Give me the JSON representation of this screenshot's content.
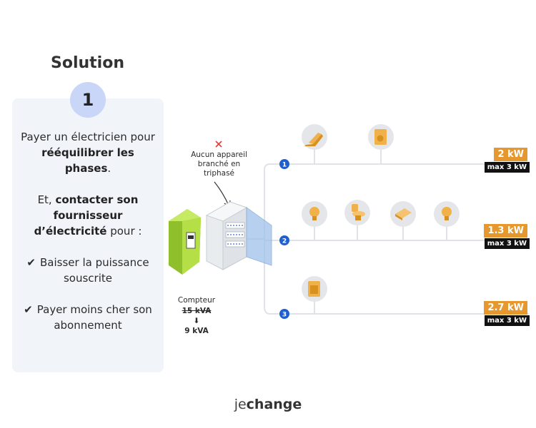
{
  "title": "Solution",
  "step_number": "1",
  "card": {
    "p1_a": "Payer un électricien pour ",
    "p1_b": "rééquilibrer les phases",
    "p1_c": ".",
    "p2_a": "Et, ",
    "p2_b": "contacter son fournisseur d’électricité",
    "p2_c": " pour :",
    "check1": "Baisser la puissance souscrite",
    "check2": "Payer moins cher son abonnement",
    "check_icon": "✔"
  },
  "panel_note": "Aucun appareil branché en triphasé",
  "meter": {
    "label": "Compteur",
    "old_value": "15 kVA",
    "arrow": "⬇",
    "new_value": "9 kVA"
  },
  "phases": [
    {
      "number": "1",
      "power": "2 kW",
      "max": "max 3 kW",
      "appliances": [
        "laptop-icon",
        "washing-machine-icon"
      ]
    },
    {
      "number": "2",
      "power": "1.3 kW",
      "max": "max 3 kW",
      "appliances": [
        "bulb-icon",
        "toilet-icon",
        "bed-icon",
        "bulb-icon"
      ]
    },
    {
      "number": "3",
      "power": "2.7 kW",
      "max": "max 3 kW",
      "appliances": [
        "dryer-icon"
      ]
    }
  ],
  "colors": {
    "accent_orange": "#e6982e",
    "badge_blue": "#c9d6f7",
    "phase_blue": "#1f5fcf",
    "meter_green": "#a8d23a",
    "card_bg": "#f1f5fa",
    "cross_red": "#e23b3b"
  },
  "brand": {
    "prefix": "je",
    "suffix": "change"
  }
}
